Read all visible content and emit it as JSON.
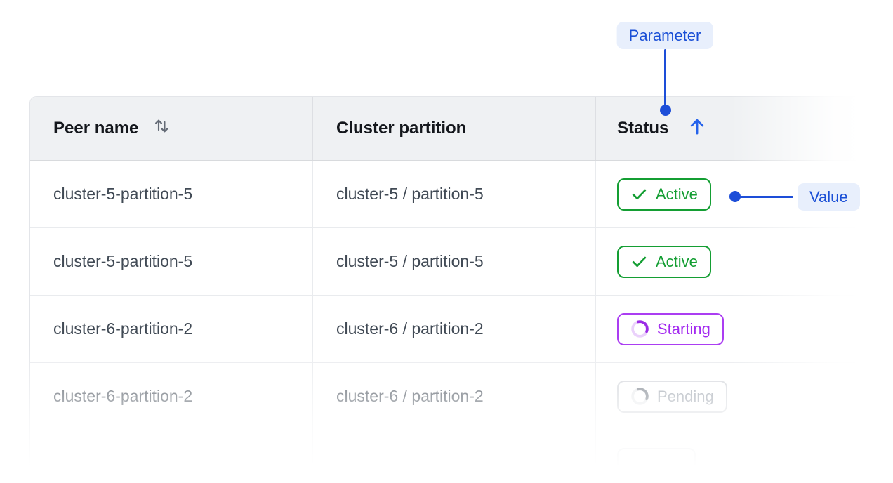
{
  "annotations": {
    "parameter_label": "Parameter",
    "value_label": "Value",
    "callout_bg": "#e8effc",
    "callout_text": "#1a4fd6",
    "connector_color": "#1d4ed8"
  },
  "table": {
    "columns": [
      {
        "label": "Peer name",
        "sort_icon": "sort-both"
      },
      {
        "label": "Cluster partition",
        "sort_icon": null
      },
      {
        "label": "Status",
        "sort_icon": "sort-asc"
      }
    ],
    "sort_asc_color": "#2563eb",
    "rows": [
      {
        "peer_name": "cluster-5-partition-5",
        "cluster_partition": "cluster-5 / partition-5",
        "status": {
          "label": "Active",
          "state": "active"
        }
      },
      {
        "peer_name": "cluster-5-partition-5",
        "cluster_partition": "cluster-5 / partition-5",
        "status": {
          "label": "Active",
          "state": "active"
        }
      },
      {
        "peer_name": "cluster-6-partition-2",
        "cluster_partition": "cluster-6 / partition-2",
        "status": {
          "label": "Starting",
          "state": "starting"
        }
      },
      {
        "peer_name": "cluster-6-partition-2",
        "cluster_partition": "cluster-6 / partition-2",
        "status": {
          "label": "Pending",
          "state": "pending"
        }
      },
      {
        "peer_name": "",
        "cluster_partition": "",
        "status": {
          "label": "",
          "state": "ghost"
        }
      }
    ],
    "status_colors": {
      "active": "#149e33",
      "starting": "#a32af0",
      "pending": "#9aa1ab"
    }
  }
}
